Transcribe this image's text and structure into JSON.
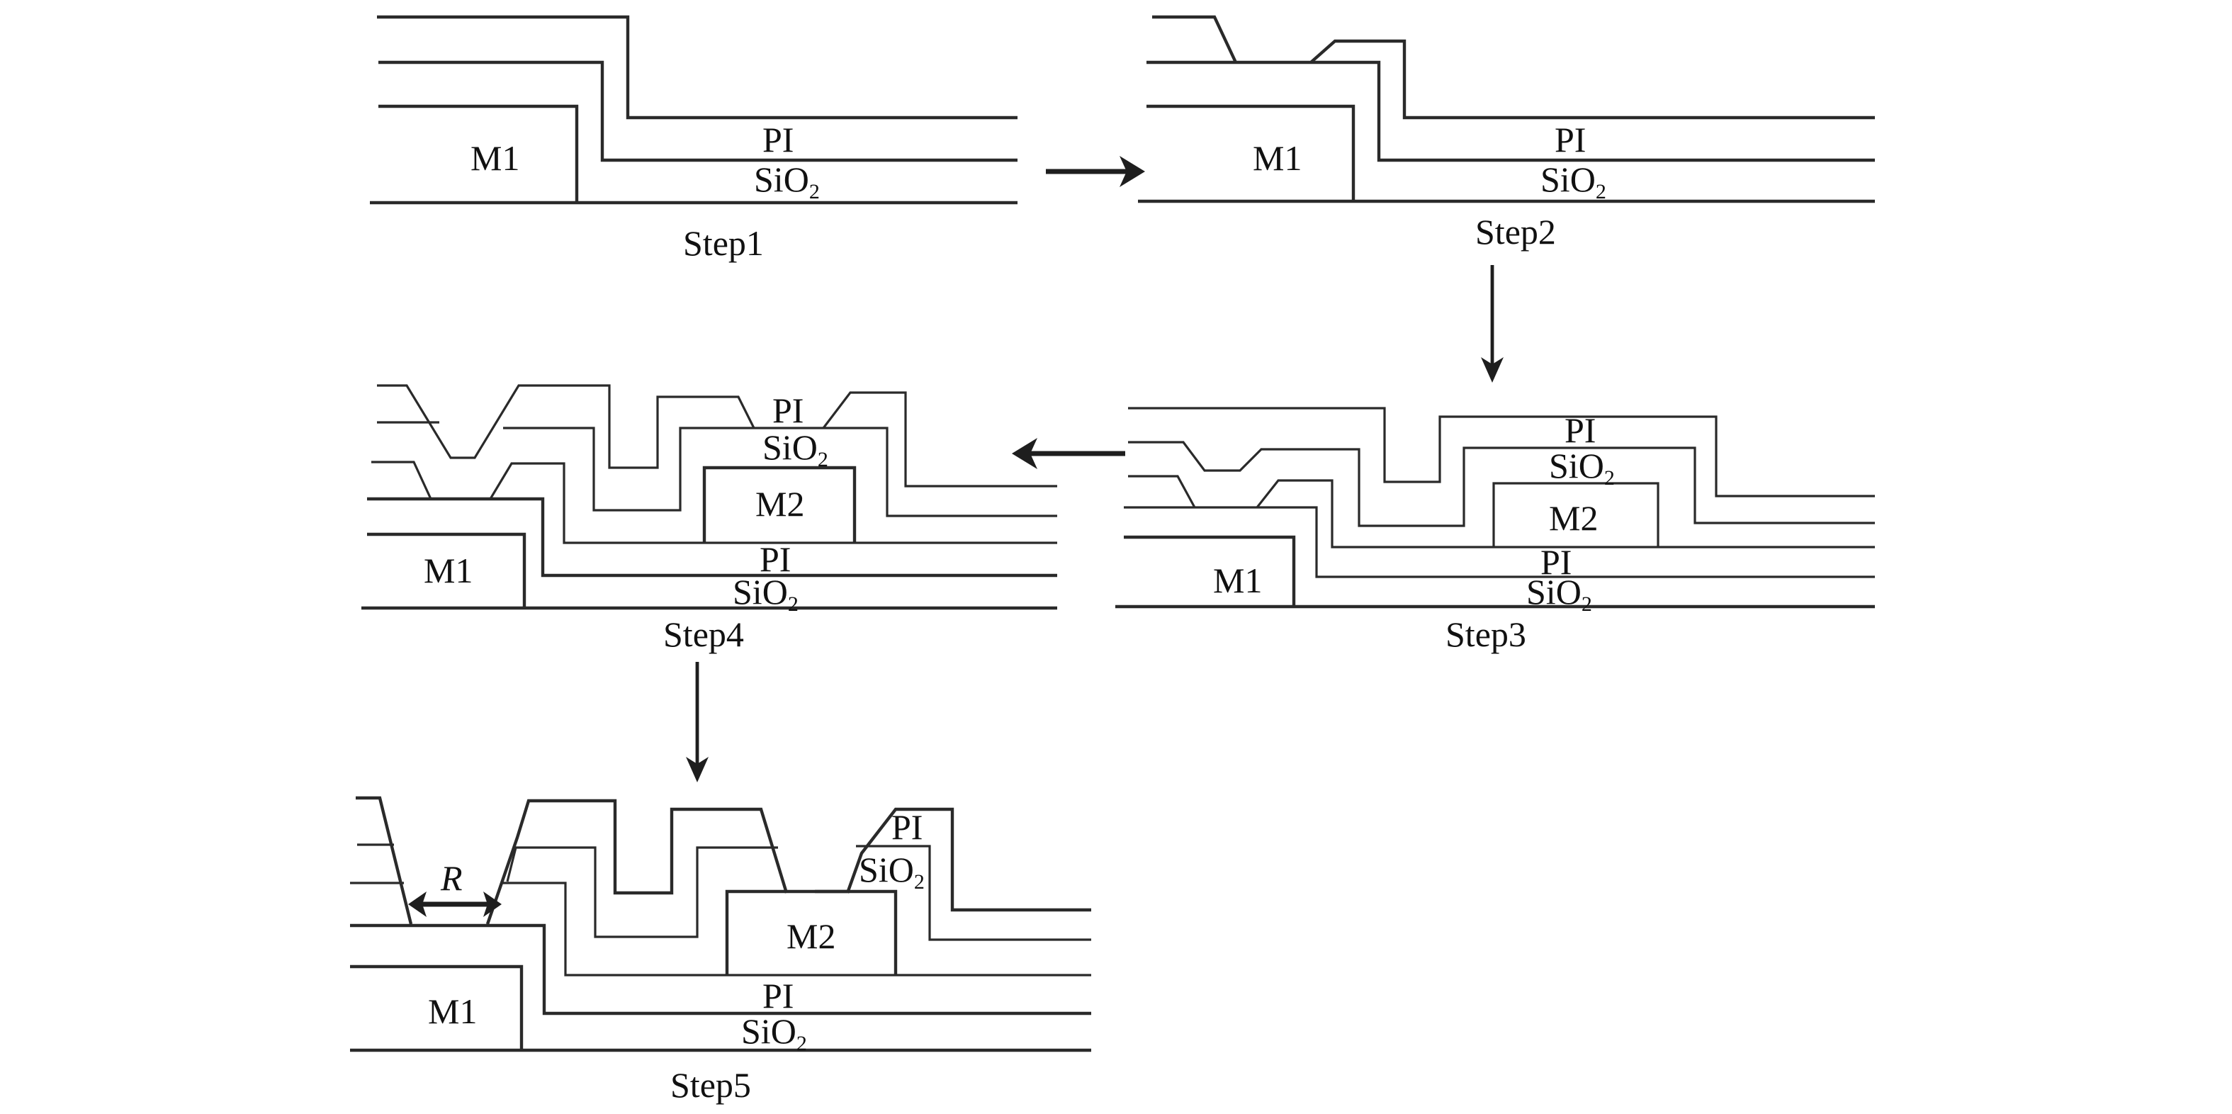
{
  "figure": {
    "description": "Multilayer M1/M2 metallization process flow, Steps 1-5",
    "steps": [
      {
        "caption": "Step1",
        "labels": {
          "metal1": "M1",
          "pi": "PI",
          "sio2_base": "SiO",
          "sio2_sub": "2"
        }
      },
      {
        "caption": "Step2",
        "labels": {
          "metal1": "M1",
          "pi": "PI",
          "sio2_base": "SiO",
          "sio2_sub": "2"
        }
      },
      {
        "caption": "Step3",
        "labels": {
          "metal1": "M1",
          "metal2": "M2",
          "pi_upper": "PI",
          "sio2_upper_base": "SiO",
          "sio2_upper_sub": "2",
          "pi_lower": "PI",
          "sio2_lower_base": "SiO",
          "sio2_lower_sub": "2"
        }
      },
      {
        "caption": "Step4",
        "labels": {
          "metal1": "M1",
          "metal2": "M2",
          "pi_upper": "PI",
          "sio2_upper_base": "SiO",
          "sio2_upper_sub": "2",
          "pi_lower": "PI",
          "sio2_lower_base": "SiO",
          "sio2_lower_sub": "2"
        }
      },
      {
        "caption": "Step5",
        "labels": {
          "metal1": "M1",
          "metal2": "M2",
          "pi_upper": "PI",
          "sio2_upper_base": "SiO",
          "sio2_upper_sub": "2",
          "pi_lower": "PI",
          "sio2_lower_base": "SiO",
          "sio2_lower_sub": "2",
          "dimension": "R"
        }
      }
    ],
    "flow": [
      {
        "from": "Step1",
        "to": "Step2",
        "direction": "right"
      },
      {
        "from": "Step2",
        "to": "Step3",
        "direction": "down"
      },
      {
        "from": "Step3",
        "to": "Step4",
        "direction": "left"
      },
      {
        "from": "Step4",
        "to": "Step5",
        "direction": "down"
      }
    ]
  }
}
